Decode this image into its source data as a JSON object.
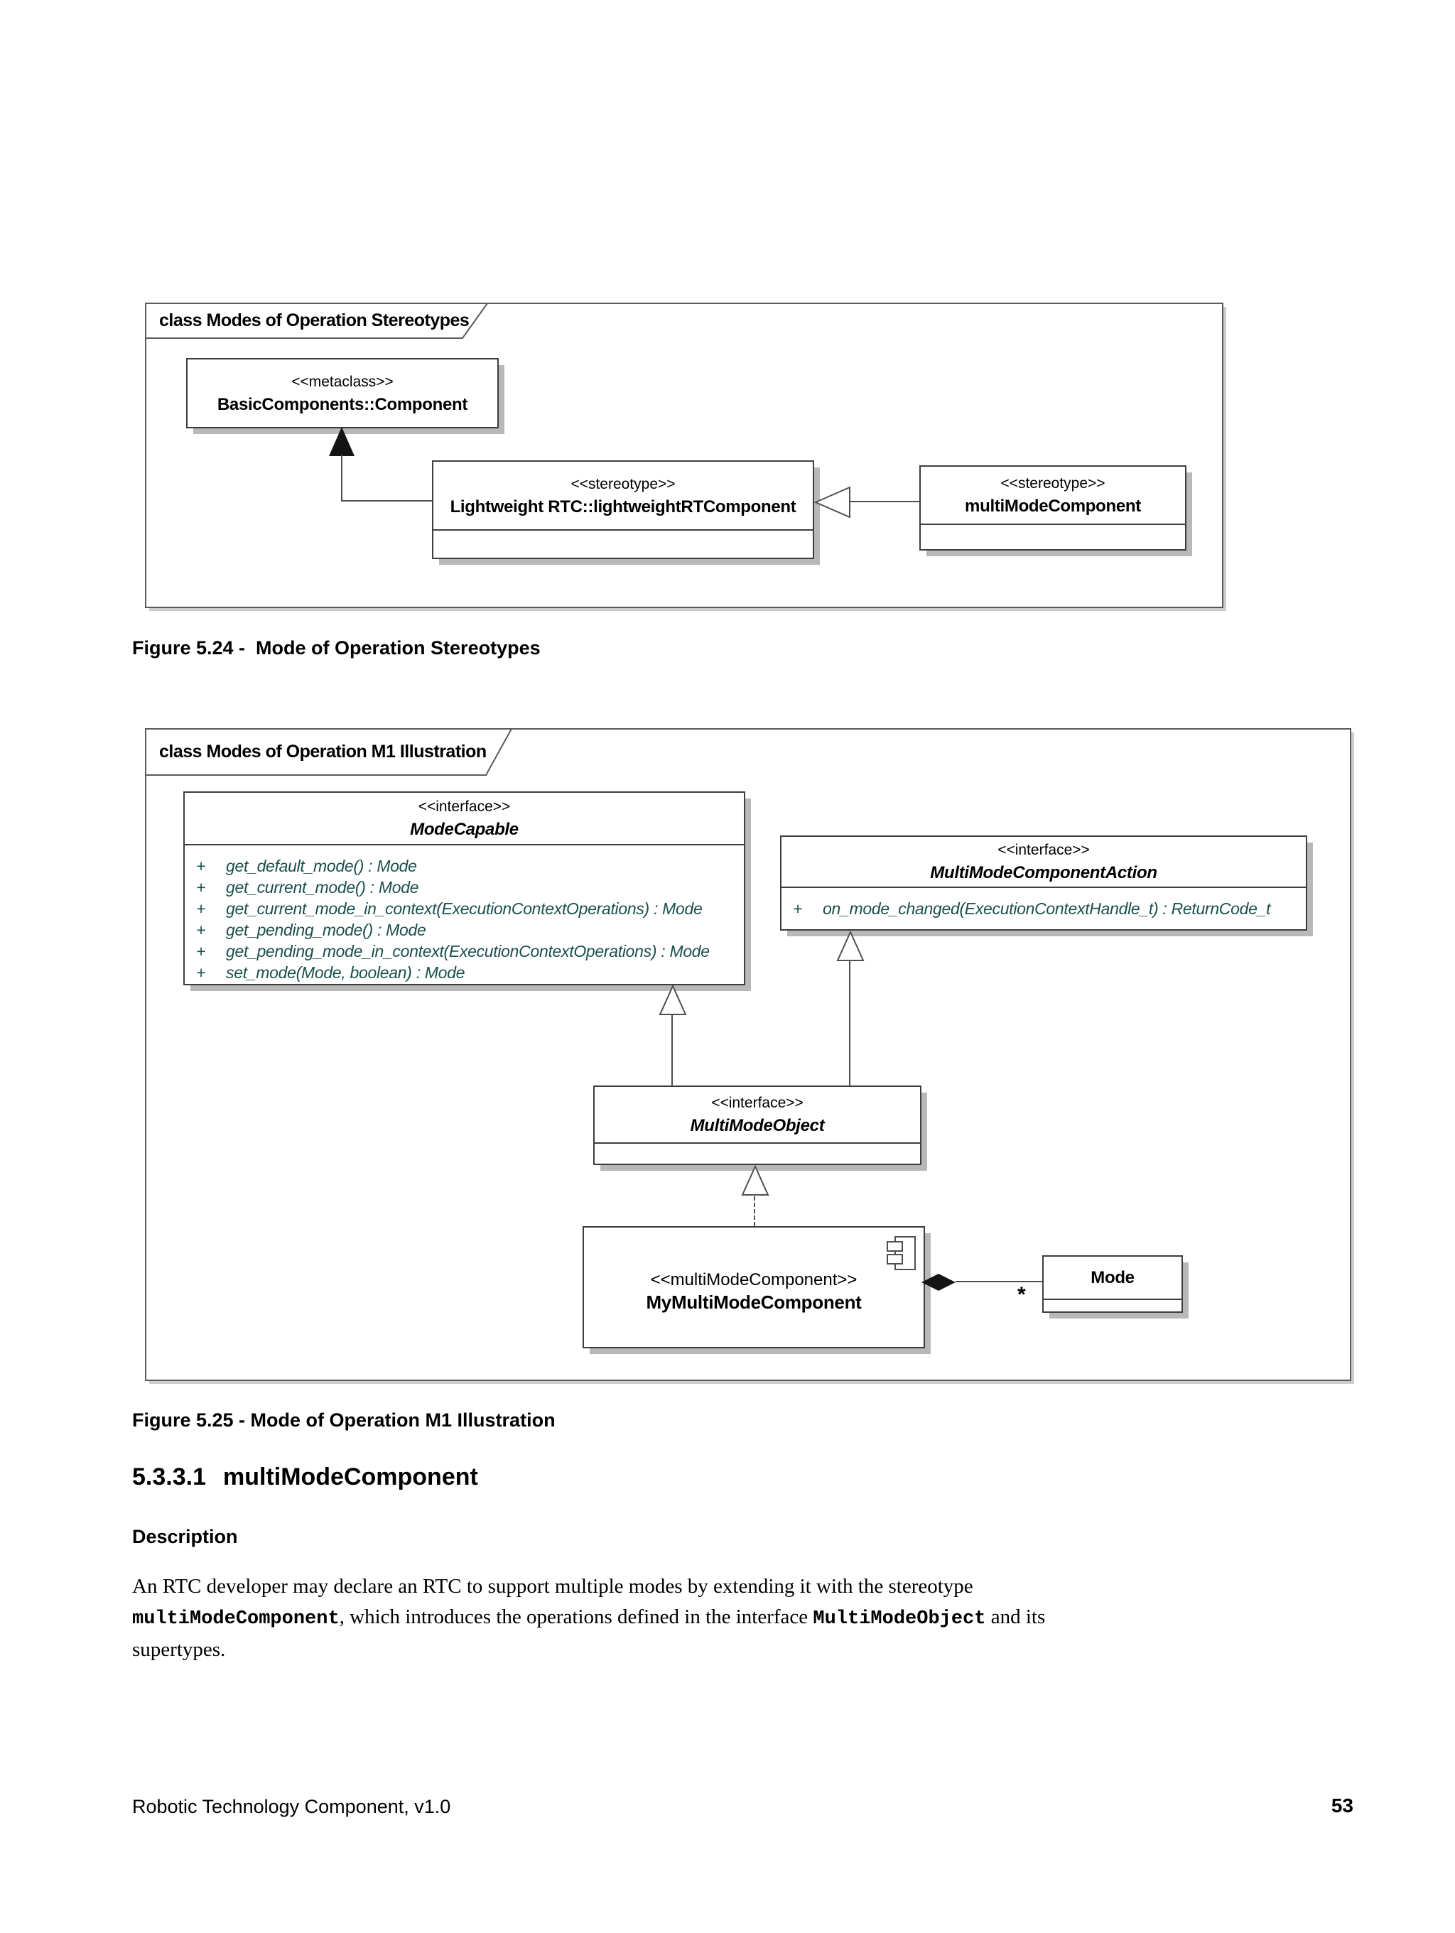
{
  "colors": {
    "operation_text": "#1a4f4c",
    "shadow": "#b8b8b8",
    "border": "#3d3d3d"
  },
  "figure_524": {
    "frame_label": "class Modes of Operation Stereotypes",
    "caption": "Figure 5.24 -  Mode of Operation Stereotypes",
    "metaclass_box": {
      "stereotype": "<<metaclass>>",
      "name": "BasicComponents::Component"
    },
    "lightweight_box": {
      "stereotype": "<<stereotype>>",
      "name": "Lightweight RTC::lightweightRTComponent"
    },
    "multimode_box": {
      "stereotype": "<<stereotype>>",
      "name": "multiModeComponent"
    }
  },
  "figure_525": {
    "frame_label": "class Modes of Operation M1 Illustration",
    "caption": "Figure 5.25 - Mode of Operation M1 Illustration",
    "mode_capable": {
      "stereotype": "<<interface>>",
      "name": "ModeCapable",
      "operations": [
        {
          "vis": "+",
          "sig": "get_default_mode() : Mode"
        },
        {
          "vis": "+",
          "sig": "get_current_mode() : Mode"
        },
        {
          "vis": "+",
          "sig": "get_current_mode_in_context(ExecutionContextOperations) : Mode"
        },
        {
          "vis": "+",
          "sig": "get_pending_mode() : Mode"
        },
        {
          "vis": "+",
          "sig": "get_pending_mode_in_context(ExecutionContextOperations) : Mode"
        },
        {
          "vis": "+",
          "sig": "set_mode(Mode, boolean) : Mode"
        }
      ]
    },
    "multi_mode_component_action": {
      "stereotype": "<<interface>>",
      "name": "MultiModeComponentAction",
      "operations": [
        {
          "vis": "+",
          "sig": "on_mode_changed(ExecutionContextHandle_t) : ReturnCode_t"
        }
      ]
    },
    "multi_mode_object": {
      "stereotype": "<<interface>>",
      "name": "MultiModeObject"
    },
    "my_multi_mode_component": {
      "stereotype": "<<multiModeComponent>>",
      "name": "MyMultiModeComponent"
    },
    "mode_box": {
      "name": "Mode"
    },
    "multiplicity_star": "*"
  },
  "section": {
    "number": "5.3.3.1",
    "title": "multiModeComponent"
  },
  "description": {
    "heading": "Description",
    "line1": "An RTC developer may declare an RTC to support multiple modes by extending it with the stereotype",
    "line2_code1": "multiModeComponent",
    "line2_text1": ", which introduces the operations defined in the interface ",
    "line2_code2": "MultiModeObject",
    "line2_text2": " and its",
    "line3": "supertypes."
  },
  "footer": {
    "left": "Robotic Technology Component, v1.0",
    "page": "53"
  }
}
